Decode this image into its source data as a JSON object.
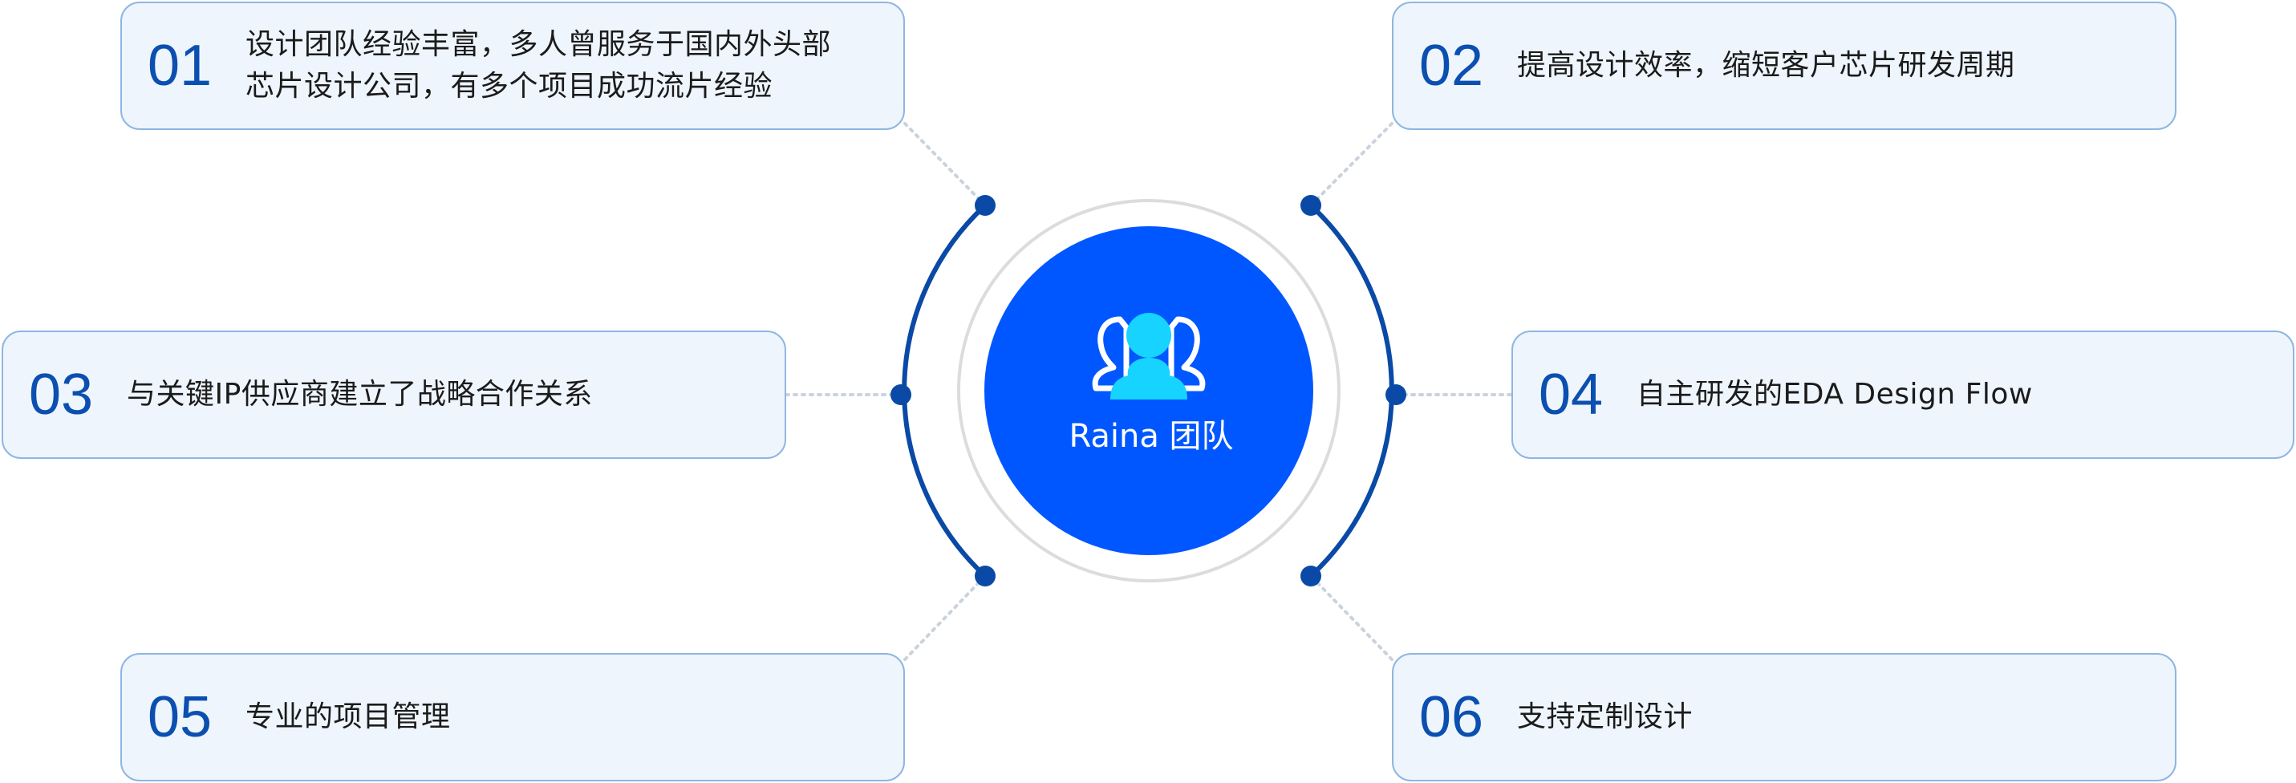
{
  "center": {
    "label": "Raina 团队",
    "icon": "team-icon",
    "colors": {
      "circle": "#0057ff",
      "ring": "#dcdcdc",
      "arc": "#0a4aa6",
      "icon": "#17d3ff"
    }
  },
  "cards": [
    {
      "number": "01",
      "lines": [
        "设计团队经验丰富，多人曾服务于国内外头部",
        "芯片设计公司，有多个项目成功流片经验"
      ]
    },
    {
      "number": "02",
      "lines": [
        "提高设计效率，缩短客户芯片研发周期"
      ]
    },
    {
      "number": "03",
      "lines": [
        "与关键IP供应商建立了战略合作关系"
      ]
    },
    {
      "number": "04",
      "lines": [
        "自主研发的EDA Design Flow"
      ]
    },
    {
      "number": "05",
      "lines": [
        "专业的项目管理"
      ]
    },
    {
      "number": "06",
      "lines": [
        "支持定制设计"
      ]
    }
  ],
  "theme": {
    "card_bg": "#eef5fc",
    "card_border": "#8fb6e2",
    "number_color": "#0b4fb0",
    "connector_color": "#c9d3de"
  }
}
